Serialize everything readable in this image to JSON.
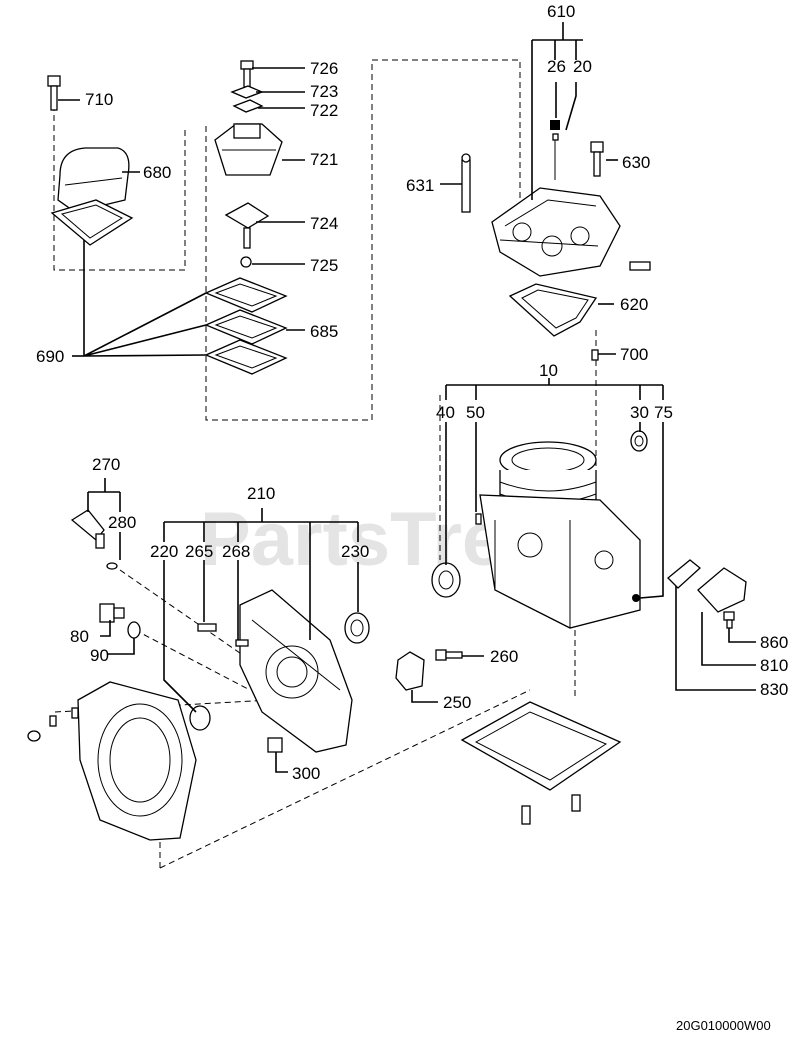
{
  "watermark": "PartsTree",
  "diagram_code": "20G010000W00",
  "callouts": {
    "c610": "610",
    "c26": "26",
    "c20": "20",
    "c630": "630",
    "c631": "631",
    "c620": "620",
    "c700": "700",
    "c10": "10",
    "c40": "40",
    "c50": "50",
    "c30": "30",
    "c75": "75",
    "c726": "726",
    "c723": "723",
    "c722": "722",
    "c721": "721",
    "c724": "724",
    "c725": "725",
    "c685": "685",
    "c690": "690",
    "c710": "710",
    "c680": "680",
    "c270": "270",
    "c280": "280",
    "c210": "210",
    "c220": "220",
    "c265": "265",
    "c268": "268",
    "c230": "230",
    "c80": "80",
    "c90": "90",
    "c260": "260",
    "c250": "250",
    "c300": "300",
    "c860": "860",
    "c810": "810",
    "c830": "830"
  }
}
